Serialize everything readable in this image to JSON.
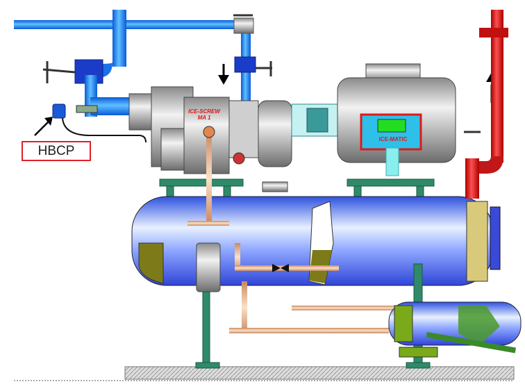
{
  "labels": {
    "hbcp": "HBCP",
    "compressor_brand": "ICE-SCREW",
    "compressor_model": "MA 1",
    "motor_brand": "ICE-MATIC"
  },
  "colors": {
    "suction_pipe": "#1a8cff",
    "discharge_pipe": "#d81c1c",
    "vessel": "#4a78f0",
    "oil": "#7d7a1a",
    "support": "#2f8a6a",
    "label_border": "#e0202a"
  }
}
